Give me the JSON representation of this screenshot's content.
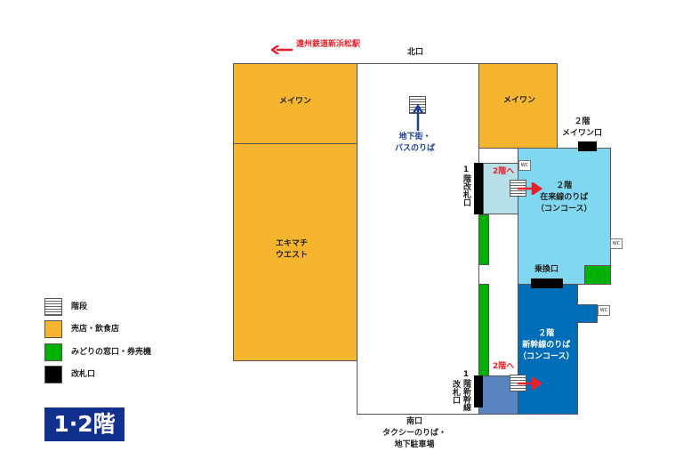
{
  "top": {
    "tram_label": "遠州鉄道新浜松駅",
    "north_exit": "北口"
  },
  "areas": {
    "meiwan_left": "メイワン",
    "ekimachi": "エキマチ\nウエスト",
    "meiwan_right": "メイワン",
    "underground": "地下街・\nバスのりば",
    "meiwan_gate": "２階\nメイワン口",
    "conventional_concourse": "２階\n在来線のりば\n（コンコース）",
    "shinkansen_concourse": "２階\n新幹線のりば\n（コンコース）",
    "transfer_gate": "乗換口",
    "gate_1f": "1階改札口",
    "gate_1f_shinkansen_a": "1階新幹線",
    "gate_1f_shinkansen_b": "改札口",
    "to_2f_a": "2階へ",
    "to_2f_b": "2階へ",
    "wc": "WC",
    "south_exit": "南口\nタクシーのりば・\n地下駐車場"
  },
  "legend": [
    {
      "label": "階段",
      "icon": "stairs"
    },
    {
      "label": "売店・飲食店",
      "color": "#f5b52e"
    },
    {
      "label": "みどりの窓口・券売機",
      "color": "#00b000"
    },
    {
      "label": "改札口",
      "color": "#000000"
    }
  ],
  "floor_badge": "1·2階",
  "colors": {
    "shop": "#f5b52e",
    "ticket": "#00b000",
    "gate": "#000000",
    "conventional": "#80d8f0",
    "shinkansen": "#006db8",
    "badge": "#12308e"
  }
}
